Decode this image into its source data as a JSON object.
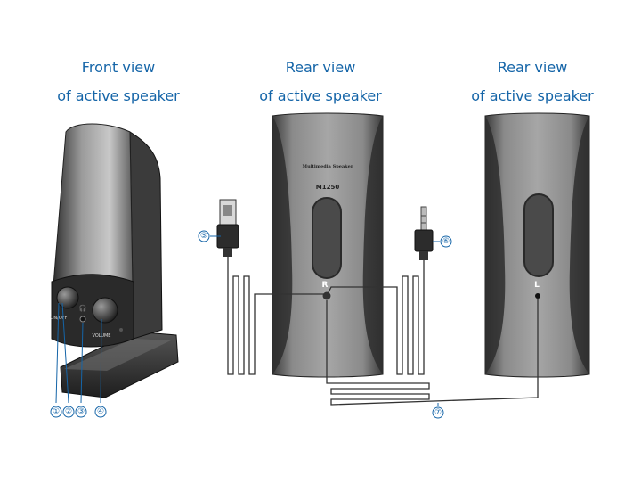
{
  "headings": {
    "front": {
      "line1": "Front view",
      "line2": "of active speaker"
    },
    "rear_right": {
      "line1": "Rear view",
      "line2": "of active speaker"
    },
    "rear_left": {
      "line1": "Rear view",
      "line2": "of active speaker"
    }
  },
  "speaker_labels": {
    "brand": "Multimedia Speaker",
    "model": "M1250",
    "right": "R",
    "left": "L",
    "power": "ON/OFF",
    "volume": "VOLUME"
  },
  "callouts": [
    "①",
    "②",
    "③",
    "④",
    "⑤",
    "⑥",
    "⑦"
  ],
  "colors": {
    "heading": "#1565a8",
    "callout": "#1565a8",
    "speaker_body": "#6e6e6e"
  }
}
